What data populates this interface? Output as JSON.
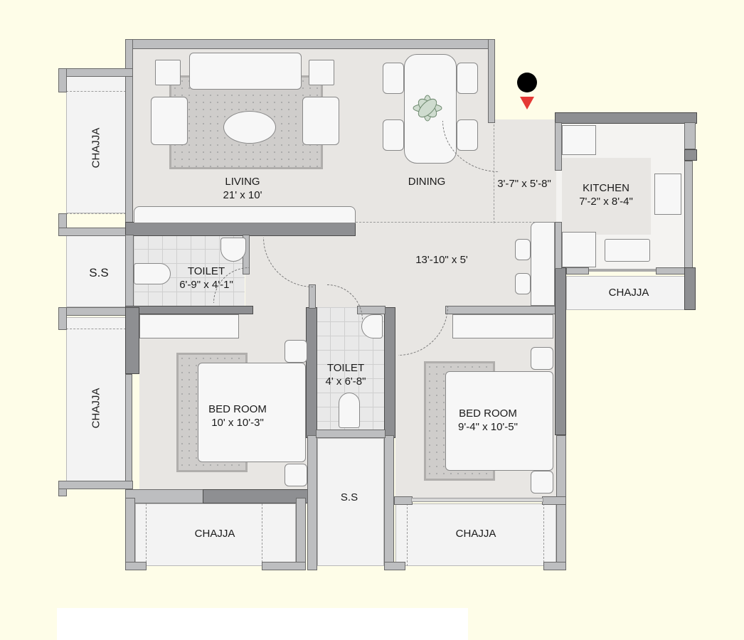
{
  "plan": {
    "background_color": "#fefde8",
    "wall_color": "#8e8f92",
    "floor_color": "#e8e6e3",
    "entrance_marker": {
      "icon": "entrance-marker-icon",
      "dot_color": "#000000",
      "arrow_color": "#e53935"
    }
  },
  "rooms": {
    "living": {
      "name": "LIVING",
      "size": "21' x 10'"
    },
    "dining": {
      "name": "DINING"
    },
    "foyer": {
      "size": "3'-7\" x 5'-8\""
    },
    "kitchen": {
      "name": "KITCHEN",
      "size": "7'-2\" x 8'-4\""
    },
    "passage": {
      "size": "13'-10\" x 5'"
    },
    "toilet1": {
      "name": "TOILET",
      "size": "6'-9\" x 4'-1\""
    },
    "toilet2": {
      "name": "TOILET",
      "size": "4' x 6'-8\""
    },
    "bedroom1": {
      "name": "BED ROOM",
      "size": "10' x 10'-3\""
    },
    "bedroom2": {
      "name": "BED ROOM",
      "size": "9'-4\" x 10'-5\""
    },
    "ss_left": {
      "name": "S.S"
    },
    "ss_bottom": {
      "name": "S.S"
    },
    "chajja_top_left": {
      "name": "CHAJJA"
    },
    "chajja_mid_left": {
      "name": "CHAJJA"
    },
    "chajja_bottom_left": {
      "name": "CHAJJA"
    },
    "chajja_bottom_right": {
      "name": "CHAJJA"
    },
    "chajja_kitchen": {
      "name": "CHAJJA"
    }
  }
}
